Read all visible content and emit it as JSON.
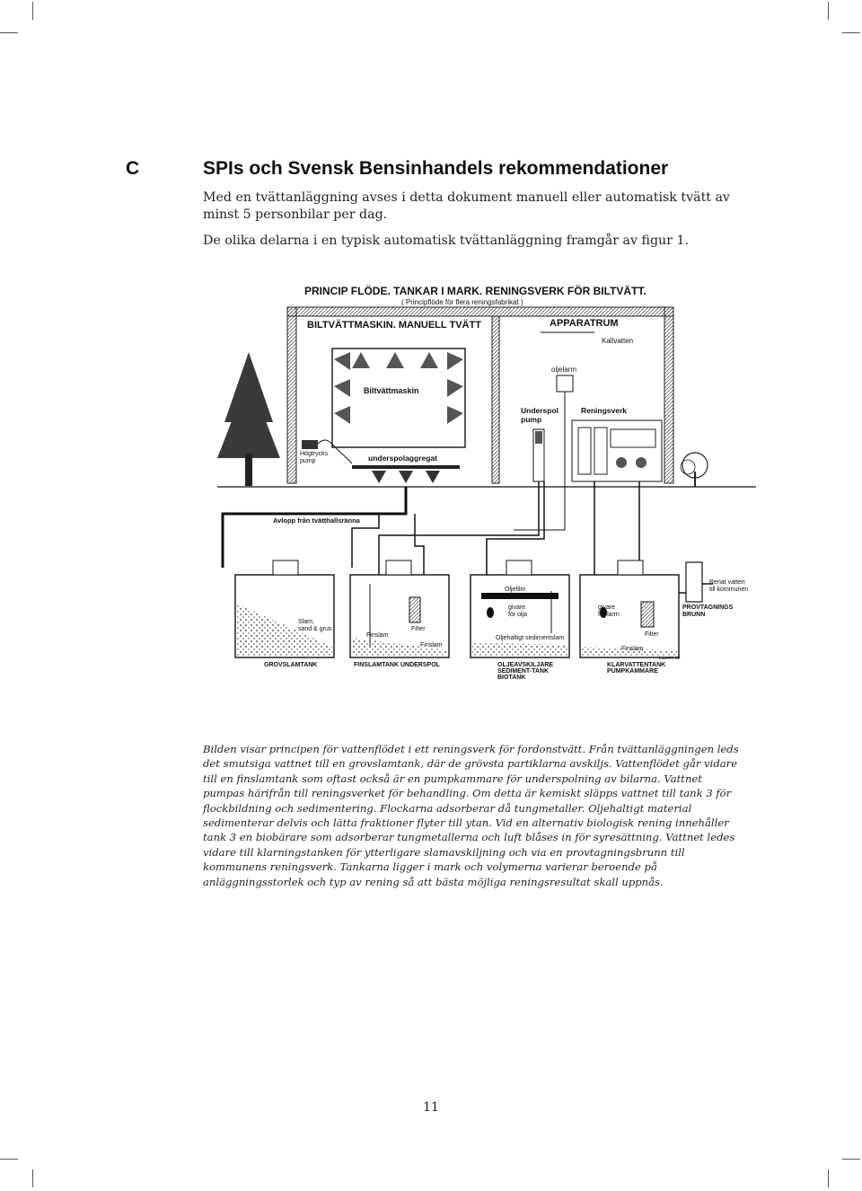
{
  "section": {
    "letter": "C",
    "title": "SPIs och Svensk Bensinhandels rekommendationer",
    "paragraphs": [
      "Med en tvättanläggning avses i detta dokument  manuell eller automatisk tvätt av minst 5 personbilar per dag.",
      "De olika delarna i en typisk automatisk tvättanläggning framgår av figur 1."
    ]
  },
  "figure": {
    "title": "PRINCIP FLÖDE. TANKAR I MARK. RENINGSVERK FÖR BILTVÄTT.",
    "subtitle": "( Principflöde för flera reningsfabrikat )",
    "rooms": {
      "wash_hall": "BILTVÄTTMASKIN. MANUELL TVÄTT",
      "equipment_room": "APPARATRUM"
    },
    "labels": {
      "kallvatten": "Kallvatten",
      "oljelarm": "oljelarm",
      "biltvattmaskin": "Biltvättmaskin",
      "underspol_pump_1": "Underspol",
      "underspol_pump_2": "pump",
      "reningsverk": "Reningsverk",
      "hogtrycks_1": "Högtrycks",
      "hogtrycks_2": "pump",
      "underspolaggregat": "underspolaggregat",
      "avlopp": "Avlopp från tvätthallsränna",
      "slam_1": "Slam,",
      "slam_2": "sand & grus",
      "finslam_a": "Finslam",
      "filter_a": "Filter",
      "finslam_b": "Finslam",
      "oljefilm": "Oljefilm",
      "givare_olja_1": "givare",
      "givare_olja_2": "för olja",
      "oljehaltigt": "Oljehaltigt sedimentslam",
      "givare_larm_1": "givare",
      "givare_larm_2": "för larm",
      "filter_b": "Filter",
      "finslam_c": "Finslam",
      "renat_1": "Renat vatten",
      "renat_2": "till kommunen",
      "prov_1": "PROVTAGNINGS",
      "prov_2": "BRUNN",
      "credit": "Lauson ab"
    },
    "tanks": [
      {
        "line1": "GROVSLAMTANK",
        "line2": "",
        "line3": ""
      },
      {
        "line1": "FINSLAMTANK UNDERSPOL",
        "line2": "",
        "line3": ""
      },
      {
        "line1": "OLJEAVSKILJARE",
        "line2": "SEDIMENT-TANK",
        "line3": "BIOTANK"
      },
      {
        "line1": "KLARVATTENTANK",
        "line2": "PUMPKAMMARE",
        "line3": ""
      }
    ]
  },
  "caption": "Bilden visar principen för vattenflödet i ett reningsverk för fordonstvätt. Från tvättanläggningen leds det smutsiga vattnet till en grovslamtank, där de grövsta partiklarna avskiljs. Vattenflödet går vidare till en finslamtank som oftast också är en pumpkammare för underspolning av bilarna. Vattnet pumpas härifrån till reningsverket för behandling. Om detta är kemiskt släpps vattnet till tank 3 för flockbildning och sedimentering. Flockarna adsorberar då tungmetaller. Oljehaltigt material sedimenterar delvis och lätta fraktioner flyter till ytan. Vid en alternativ biologisk rening innehåller tank 3 en biobärare som adsorberar tungmetallerna och luft blåses in för syresättning. Vattnet ledes vidare till klarningstanken för ytterligare slamavskiljning och via en provtagningsbrunn till kommunens reningsverk. Tankarna ligger i mark och volymerna varierar beroende på anläggningsstorlek och typ av rening så att bästa möjliga reningsresultat skall uppnås.",
  "page_number": "11"
}
